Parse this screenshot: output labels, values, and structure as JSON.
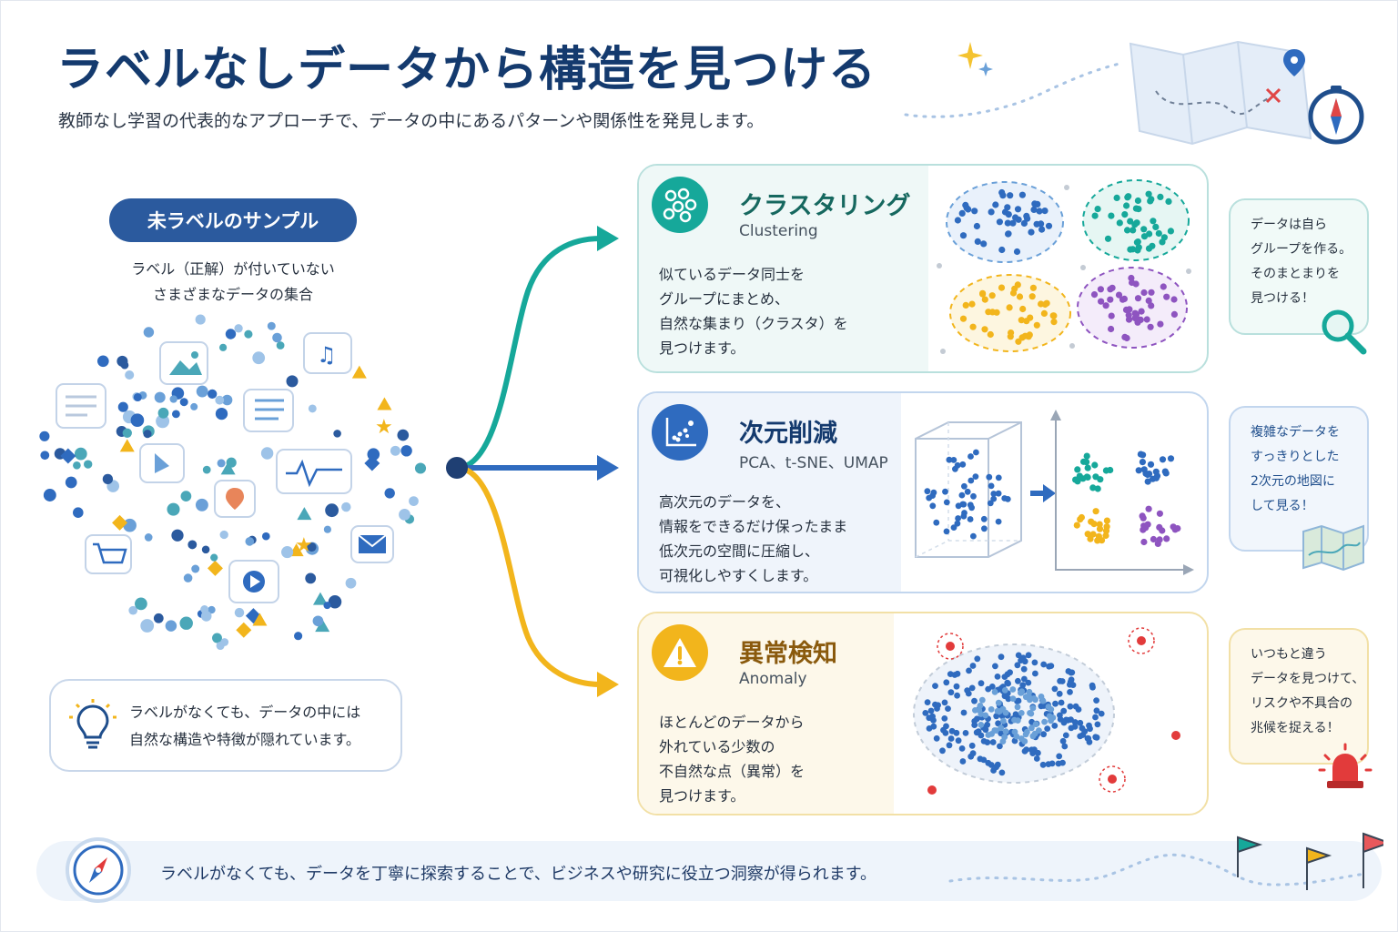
{
  "title": "ラベルなしデータから構造を見つける",
  "subtitle": "教師なし学習の代表的なアプローチで、データの中にあるパターンや関係性を発見します。",
  "samples": {
    "label": "未ラベルのサンプル",
    "desc_line1": "ラベル（正解）が付いていない",
    "desc_line2": "さまざまなデータの集合"
  },
  "tip": {
    "line1": "ラベルがなくても、データの中には",
    "line2": "自然な構造や特徴が隠れています。"
  },
  "methods": [
    {
      "title": "クラスタリング",
      "subtitle": "Clustering",
      "desc": [
        "似ているデータ同士を",
        "グループにまとめ、",
        "自然な集まり（クラスタ）を",
        "見つけます。"
      ],
      "bubble": [
        "データは自ら",
        "グループを作る。",
        "そのまとまりを",
        "見つける！"
      ],
      "color": "#16a89a"
    },
    {
      "title": "次元削減",
      "subtitle": "PCA、t-SNE、UMAP",
      "desc": [
        "高次元のデータを、",
        "情報をできるだけ保ったまま",
        "低次元の空間に圧縮し、",
        "可視化しやすくします。"
      ],
      "bubble": [
        "複雑なデータを",
        "すっきりとした",
        "2次元の地図に",
        "して見る！"
      ],
      "color": "#2f6bbf"
    },
    {
      "title": "異常検知",
      "subtitle": "Anomaly",
      "desc": [
        "ほとんどのデータから",
        "外れている少数の",
        "不自然な点（異常）を",
        "見つけます。"
      ],
      "bubble": [
        "いつもと違う",
        "データを見つけて、",
        "リスクや不具合の",
        "兆候を捉える！"
      ],
      "color": "#f2b51c"
    }
  ],
  "footer": "ラベルがなくても、データを丁寧に探索することで、ビジネスや研究に役立つ洞察が得られます。",
  "colors": {
    "navy": "#143a6e",
    "teal": "#16a89a",
    "blue": "#2f6bbf",
    "yellow": "#f2b51c",
    "purple": "#8e54c0",
    "red": "#e23b3b"
  }
}
